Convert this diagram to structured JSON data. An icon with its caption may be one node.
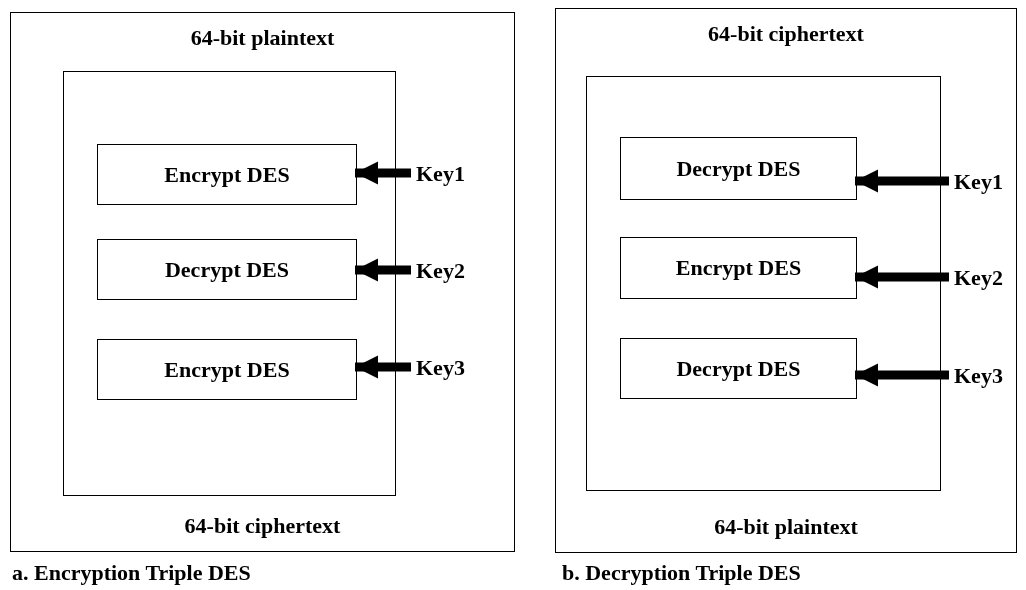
{
  "diagram": {
    "nodes": [
      {
        "text": [
          "64-bit plaintext",
          "64-bit ciphertext"
        ]
      },
      {
        "text": [],
        "shape": "box",
        "in": 0
      },
      {
        "text": [
          "Encrypt DES"
        ],
        "in": 1
      },
      {
        "text": [
          "Decrypt DES"
        ],
        "in": 1
      },
      {
        "text": [
          "Encrypt DES"
        ],
        "in": 1
      },
      {
        "text": [
          "Key1"
        ],
        "in": 0
      },
      {
        "text": [
          "Key2"
        ],
        "in": 0
      },
      {
        "text": [
          "Key3"
        ],
        "in": 0
      },
      {
        "text": [
          "64-bit ciphertext",
          "64-bit plaintext"
        ]
      },
      {
        "text": [],
        "shape": "box",
        "in": 8
      },
      {
        "text": [
          "Decrypt DES"
        ],
        "in": 9
      },
      {
        "text": [
          "Encrypt DES"
        ],
        "in": 9
      },
      {
        "text": [
          "Decrypt DES"
        ],
        "in": 9
      },
      {
        "text": [
          "Key1"
        ],
        "in": 8
      },
      {
        "text": [
          "Key2"
        ],
        "in": 8
      },
      {
        "text": [
          "Key3"
        ],
        "in": 8
      }
    ],
    "edges": [
      {
        "from": 5,
        "to": 2,
        "arrow": "to"
      },
      {
        "from": 6,
        "to": 3,
        "arrow": "to"
      },
      {
        "from": 7,
        "to": 4,
        "arrow": "to"
      },
      {
        "from": 13,
        "to": 10,
        "arrow": "to"
      },
      {
        "from": 14,
        "to": 11,
        "arrow": "to"
      },
      {
        "from": 15,
        "to": 12,
        "arrow": "to"
      }
    ],
    "labels": [
      "a. Encryption Triple DES",
      "b. Decryption Triple DES"
    ]
  }
}
